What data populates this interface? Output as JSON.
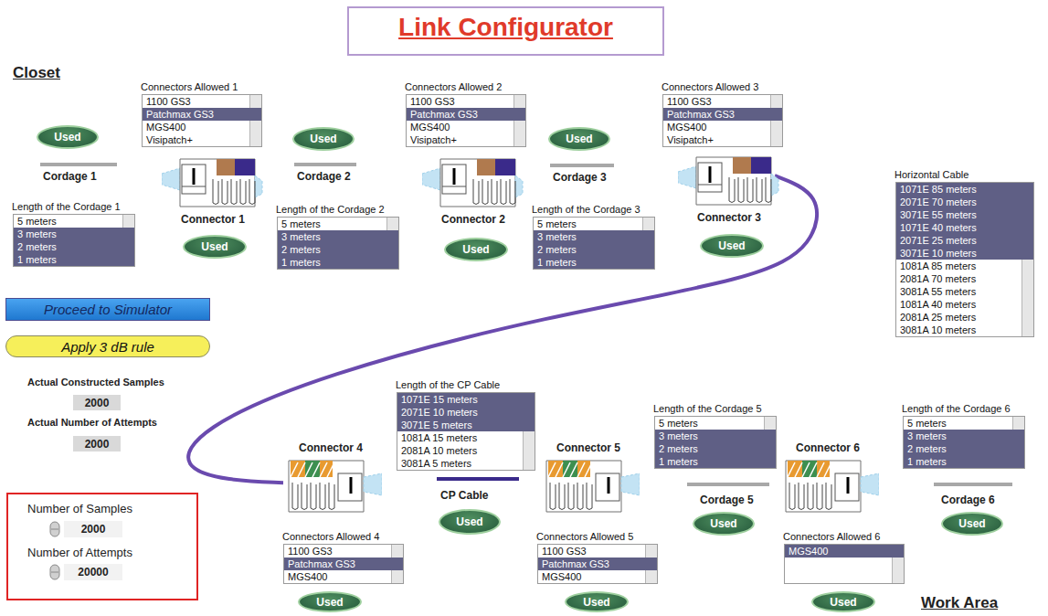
{
  "diagram": {
    "title": "Link Configurator",
    "nodes": [
      {
        "text": [
          "Connectors Allowed 1",
          "1100 GS3",
          "Patchmax GS3",
          "MGS400",
          "Visipatch+"
        ]
      },
      {
        "text": [
          "Connectors Allowed 2",
          "1100 GS3",
          "Patchmax GS3",
          "MGS400",
          "Visipatch+"
        ]
      },
      {
        "text": [
          "Connectors Allowed 3",
          "1100 GS3",
          "Patchmax GS3",
          "MGS400",
          "Visipatch+"
        ]
      },
      {
        "text": [
          "Used"
        ]
      },
      {
        "text": [
          "Used"
        ]
      },
      {
        "text": [
          "Used"
        ]
      },
      {
        "text": [
          "Length of the Cordage 1",
          "5 meters",
          "3 meters",
          "2 meters",
          "1 meters"
        ]
      },
      {
        "text": [
          "Connector 1"
        ]
      },
      {
        "text": [
          "Used"
        ]
      },
      {
        "text": [
          "Length of the Cordage 2",
          "5 meters",
          "3 meters",
          "2 meters",
          "1 meters"
        ]
      },
      {
        "text": [
          "Connector 2"
        ]
      },
      {
        "text": [
          "Used"
        ]
      },
      {
        "text": [
          "Length of the Cordage 3",
          "5 meters",
          "3 meters",
          "2 meters",
          "1 meters"
        ]
      },
      {
        "text": [
          "Connector 3"
        ]
      },
      {
        "text": [
          "Used"
        ]
      },
      {
        "text": [
          "Horizontal Cable",
          "1071E 85 meters",
          "2071E 70 meters",
          "3071E 55 meters",
          "1071E 40 meters",
          "2071E 25 meters",
          "3071E 10 meters",
          "1081A 85 meters",
          "2081A 70 meters",
          "3081A 55 meters",
          "1081A 40 meters",
          "2081A 25 meters",
          "3081A 10 meters"
        ]
      },
      {
        "text": [
          "Proceed to Simulator"
        ]
      },
      {
        "text": [
          "Apply 3 dB rule"
        ]
      },
      {
        "text": [
          "2000"
        ]
      },
      {
        "text": [
          "2000"
        ]
      },
      {
        "text": [
          "Length of the CP Cable",
          "1071E 15 meters",
          "2071E 10 meters",
          "3071E 5 meters",
          "1081A 15 meters",
          "2081A 10 meters",
          "3081A 5 meters"
        ]
      },
      {
        "text": [
          "Length of the Cordage 5",
          "5 meters",
          "3 meters",
          "2 meters",
          "1 meters"
        ]
      },
      {
        "text": [
          "Length of the Cordage 6",
          "5 meters",
          "3 meters",
          "2 meters",
          "1 meters"
        ]
      },
      {
        "text": [
          "Connector 4"
        ]
      },
      {
        "text": [
          "Connector 5"
        ]
      },
      {
        "text": [
          "Connector 6"
        ]
      },
      {
        "text": [
          "Used"
        ]
      },
      {
        "text": [
          "Used"
        ]
      },
      {
        "text": [
          "Used"
        ]
      },
      {
        "text": [
          "Connectors Allowed 4",
          "1100 GS3",
          "Patchmax GS3",
          "MGS400"
        ]
      },
      {
        "text": [
          "Connectors Allowed 5",
          "1100 GS3",
          "Patchmax GS3",
          "MGS400"
        ]
      },
      {
        "text": [
          "Connectors Allowed 6",
          "MGS400"
        ]
      },
      {
        "text": [
          "2000"
        ]
      },
      {
        "text": [
          "20000"
        ]
      },
      {
        "text": [
          "Used"
        ]
      },
      {
        "text": [
          "Used"
        ]
      },
      {
        "text": [
          "Used"
        ]
      }
    ],
    "edges": [
      {
        "from": 13,
        "to": 23,
        "arrow": "none"
      }
    ],
    "labels": [
      "Closet",
      "Cordage 1",
      "Cordage 2",
      "Cordage 3",
      "Actual Constructed Samples",
      "Actual Number of Attempts",
      "CP Cable",
      "Cordage 5",
      "Cordage 6",
      "Number of Samples",
      "Number of Attempts",
      "Work Area"
    ]
  }
}
